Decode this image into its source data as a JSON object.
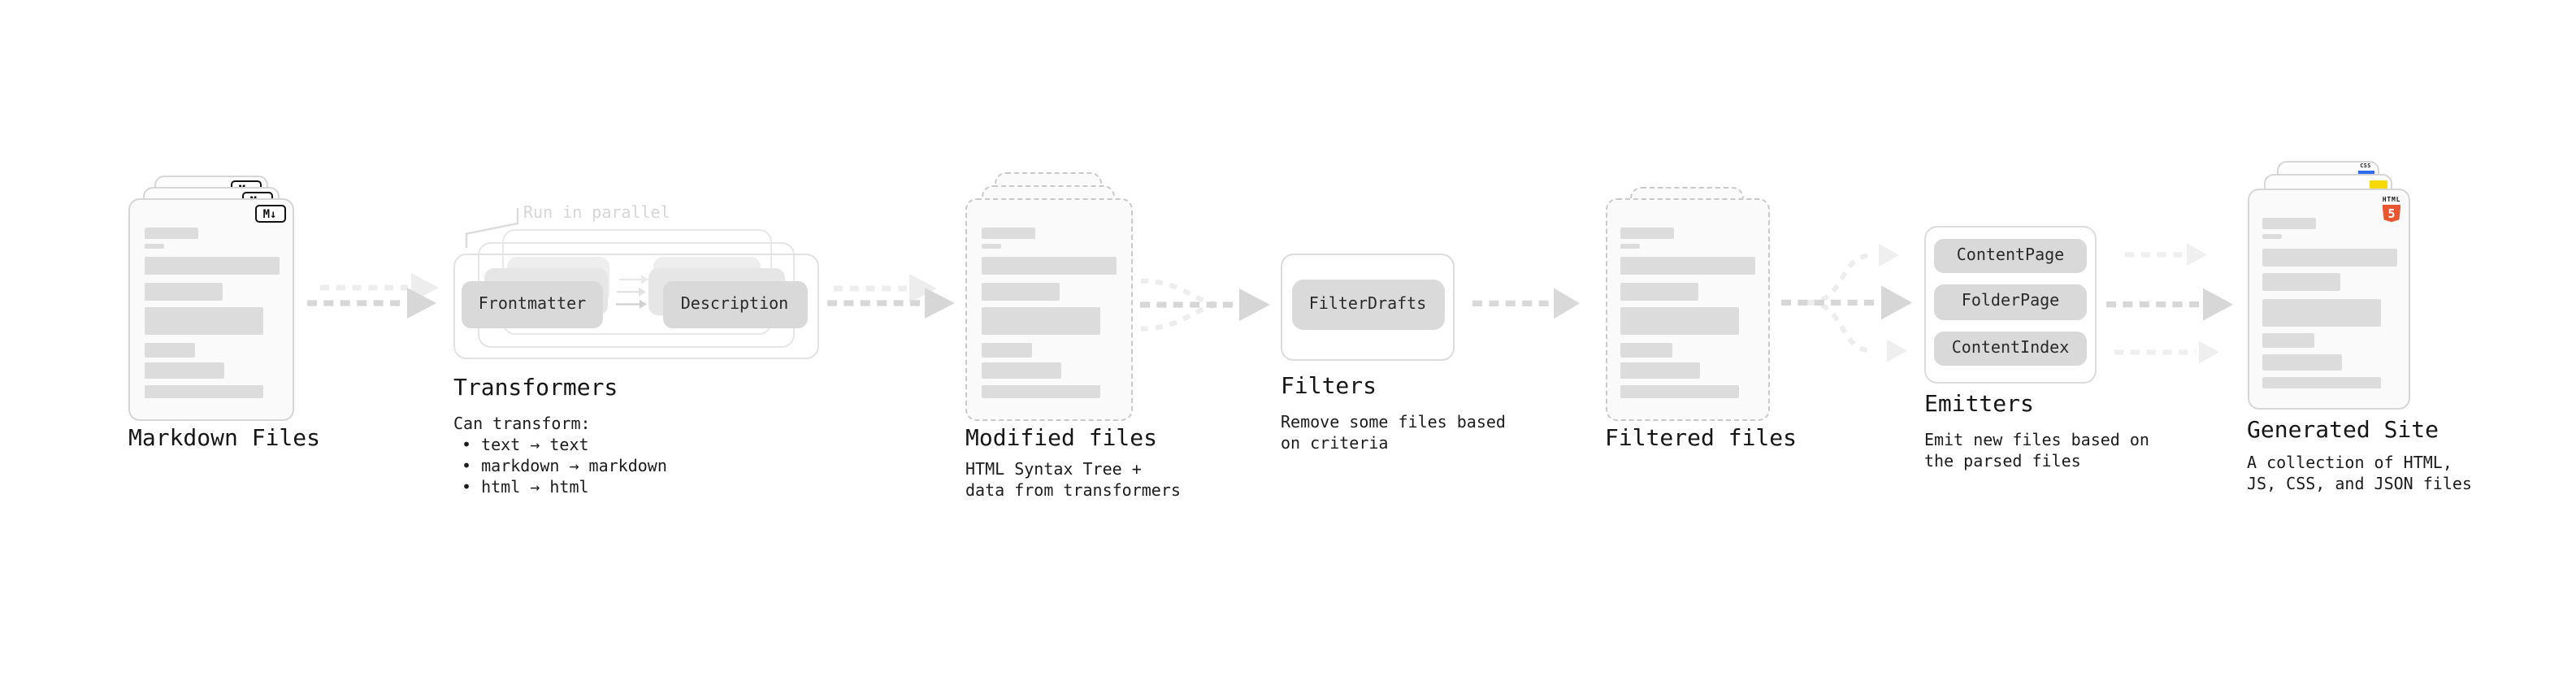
{
  "pipeline": {
    "markdown_files": {
      "label": "Markdown Files",
      "badge": "M↓"
    },
    "transformers": {
      "title": "Transformers",
      "annotation": "Run in parallel",
      "box_left": "Frontmatter",
      "box_right": "Description",
      "caption_heading": "Can transform:",
      "bullets": [
        "• text → text",
        "• markdown → markdown",
        "• html → html"
      ]
    },
    "modified_files": {
      "title": "Modified files",
      "caption": "HTML Syntax Tree +\ndata from transformers"
    },
    "filters": {
      "title": "Filters",
      "box": "FilterDrafts",
      "caption": "Remove some files based\non criteria"
    },
    "filtered_files": {
      "title": "Filtered files"
    },
    "emitters": {
      "title": "Emitters",
      "boxes": [
        "ContentPage",
        "FolderPage",
        "ContentIndex"
      ],
      "caption": "Emit new files based on\nthe parsed files"
    },
    "generated_site": {
      "title": "Generated Site",
      "caption": "A collection of HTML,\nJS, CSS, and JSON files",
      "css_badge": "CSS",
      "html_badge_text": "HTML",
      "html_badge_number": "5"
    }
  },
  "colors": {
    "html5_orange": "#e8552f",
    "js_yellow": "#f5d908",
    "css_blue": "#2d6cf0",
    "arrow_gray": "#d7d7d7",
    "arrow_faint": "#ededed"
  }
}
